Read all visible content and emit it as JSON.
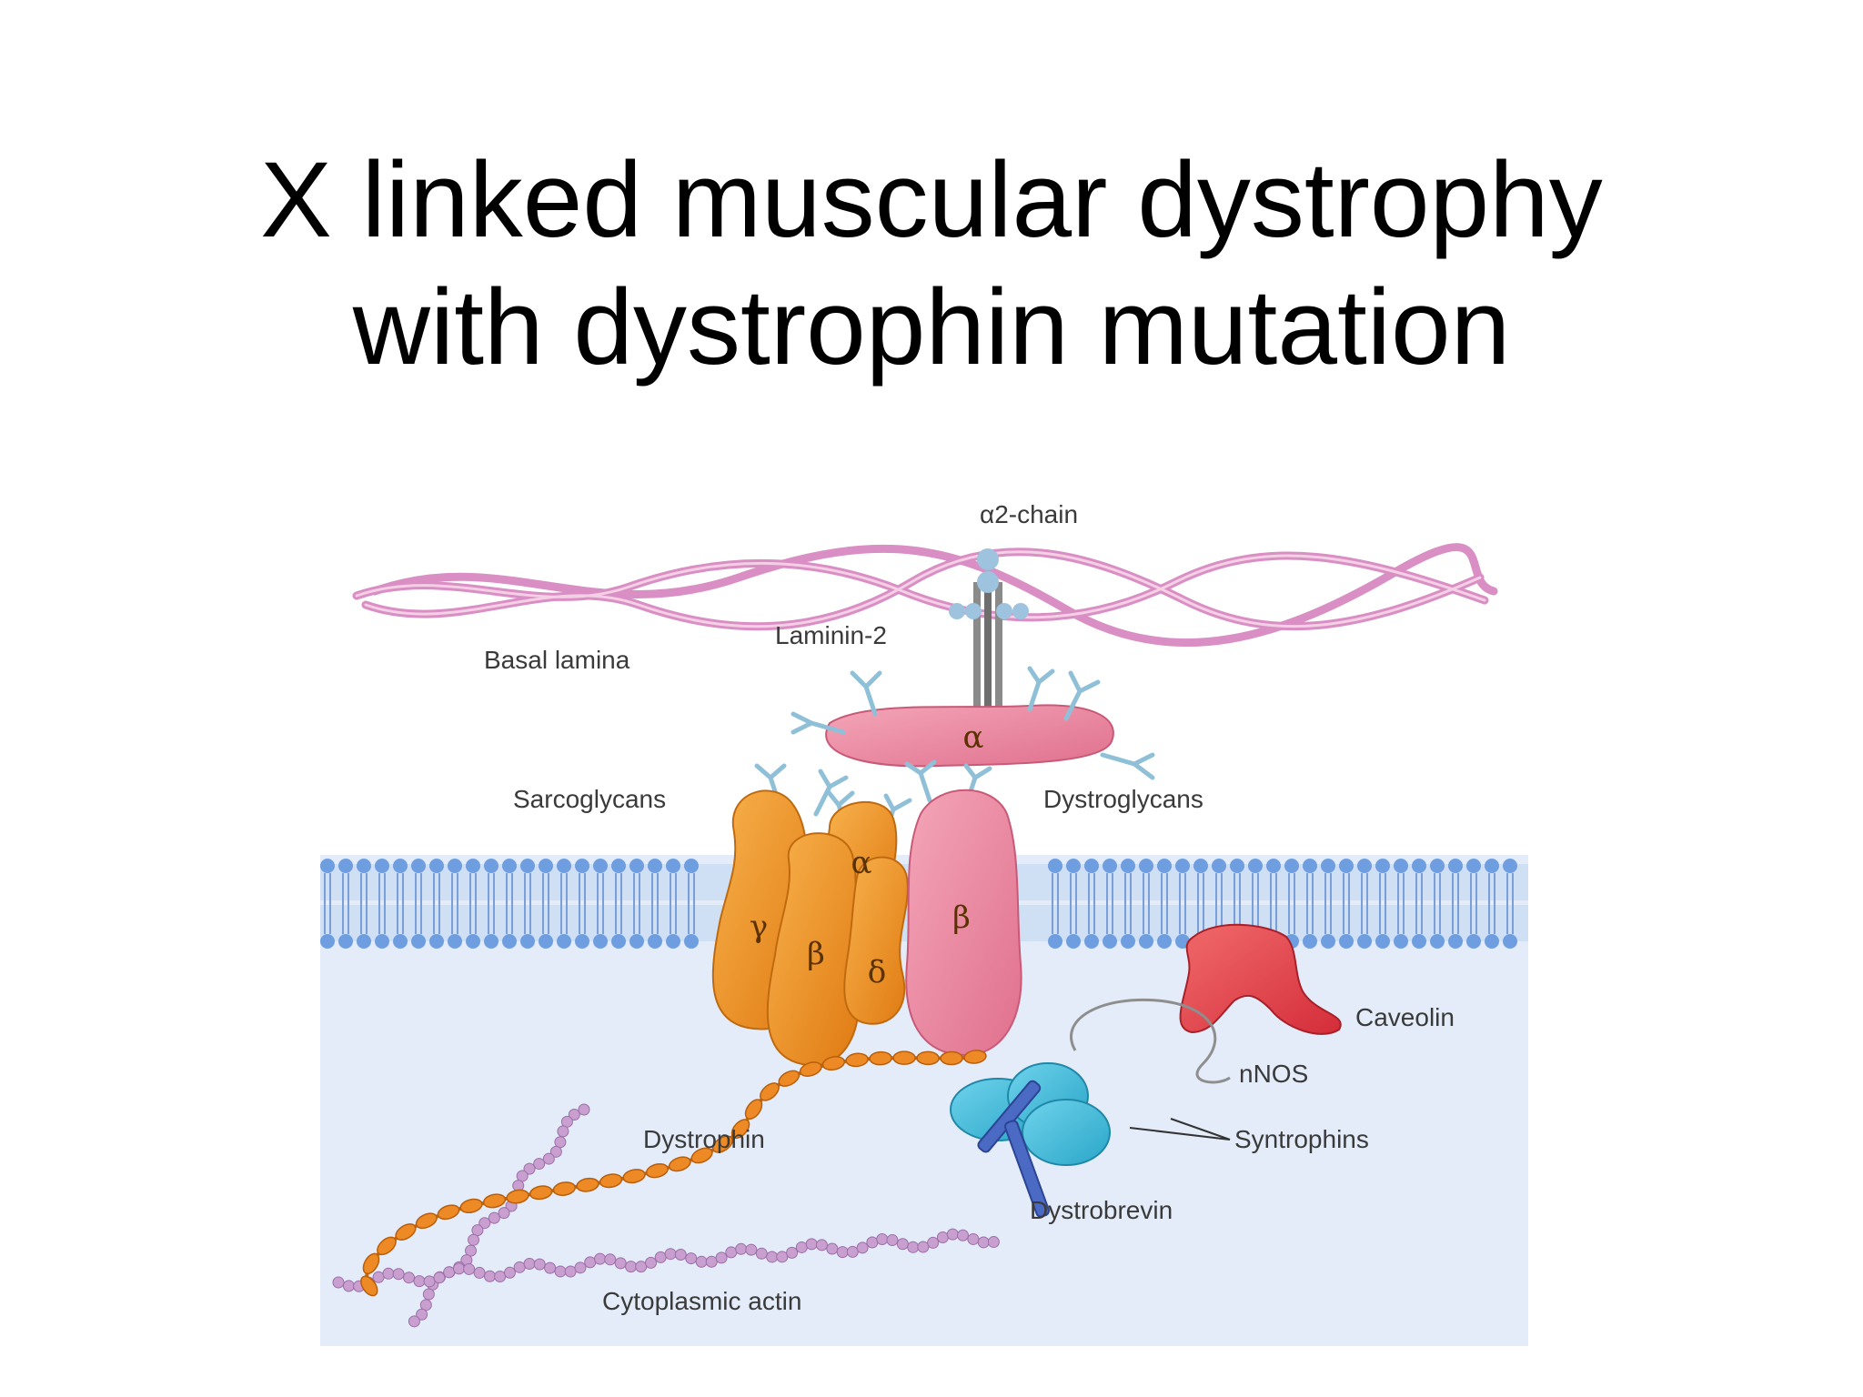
{
  "title": {
    "line1": "X linked muscular dystrophy",
    "line2": "with dystrophin mutation"
  },
  "diagram": {
    "labels": {
      "alpha2_chain": "α2-chain",
      "laminin2": "Laminin-2",
      "basal_lamina": "Basal lamina",
      "sarcoglycans": "Sarcoglycans",
      "dystroglycans": "Dystroglycans",
      "caveolin": "Caveolin",
      "nnos": "nNOS",
      "syntrophins": "Syntrophins",
      "dystrophin": "Dystrophin",
      "dystrobrevin": "Dystrobrevin",
      "cytoplasmic_actin": "Cytoplasmic actin"
    },
    "subunits": {
      "dg_alpha": "α",
      "dg_beta": "β",
      "sg_gamma": "γ",
      "sg_beta": "β",
      "sg_alpha": "α",
      "sg_delta": "δ"
    },
    "colors": {
      "background": "#e3ecf8",
      "basal_lamina": "#d98ec4",
      "membrane_heads": "#6f9ee0",
      "sarcoglycans": "#f39a2e",
      "dystroglycans": "#ef8aa4",
      "caveolin": "#e8414a",
      "syntrophins": "#3cb9d8",
      "dystrobrevin": "#4a6ac4",
      "dystrophin": "#ee8a25",
      "actin": "#c99fd0"
    }
  }
}
